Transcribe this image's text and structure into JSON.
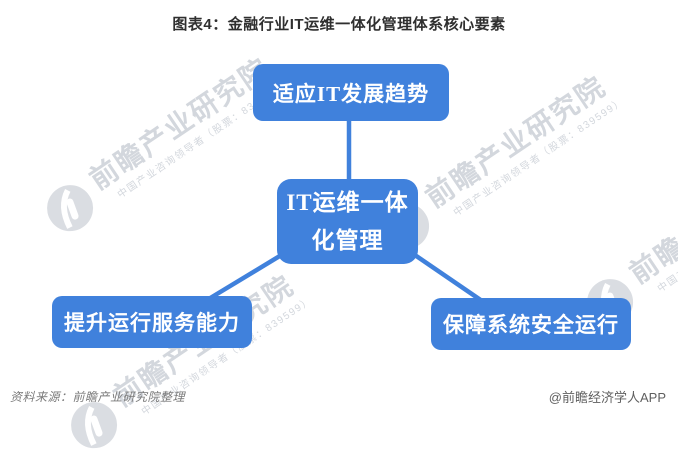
{
  "title": "图表4：金融行业IT运维一体化管理体系核心要素",
  "diagram": {
    "accent_color": "#4081DC",
    "nodes": {
      "top": "适应IT发展趋势",
      "center": "IT运维一体\n化管理",
      "bottom_left": "提升运行服务能力",
      "bottom_right": "保障系统安全运行"
    }
  },
  "watermark": {
    "brand": "前瞻产业研究院",
    "tagline": "中国产业咨询领导者（股票：839599）"
  },
  "footer": {
    "source": "资料来源：前瞻产业研究院整理",
    "credit": "@前瞻经济学人APP"
  }
}
